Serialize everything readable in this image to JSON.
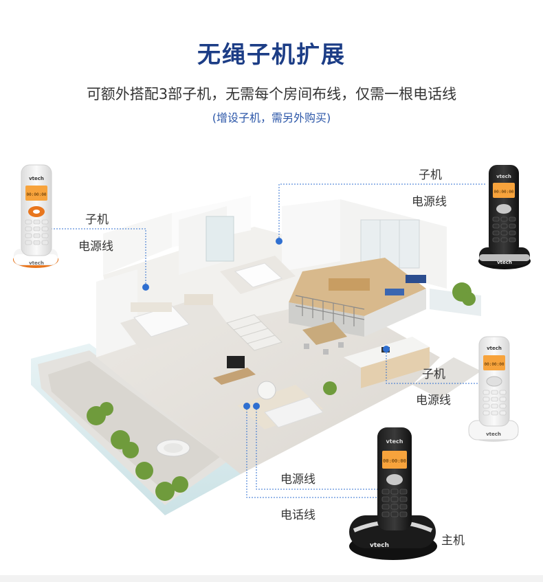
{
  "header": {
    "title": "无绳子机扩展",
    "subtitle": "可额外搭配3部子机，无需每个房间布线，仅需一根电话线",
    "note": "(增设子机，需另外购买)"
  },
  "labels": {
    "left_handset": "子机",
    "left_power": "电源线",
    "top_right_handset": "子机",
    "top_right_power": "电源线",
    "mid_right_handset": "子机",
    "mid_right_power": "电源线",
    "base_power": "电源线",
    "base_phone_line": "电话线",
    "base_unit": "主机"
  },
  "phones": {
    "brand": "vtech",
    "screen_text": "00:00:00"
  },
  "colors": {
    "title": "#1c3d86",
    "note": "#2b56a8",
    "connector": "#2f6fd0",
    "orange_trim": "#e8761e",
    "screen": "#f7a33c"
  }
}
